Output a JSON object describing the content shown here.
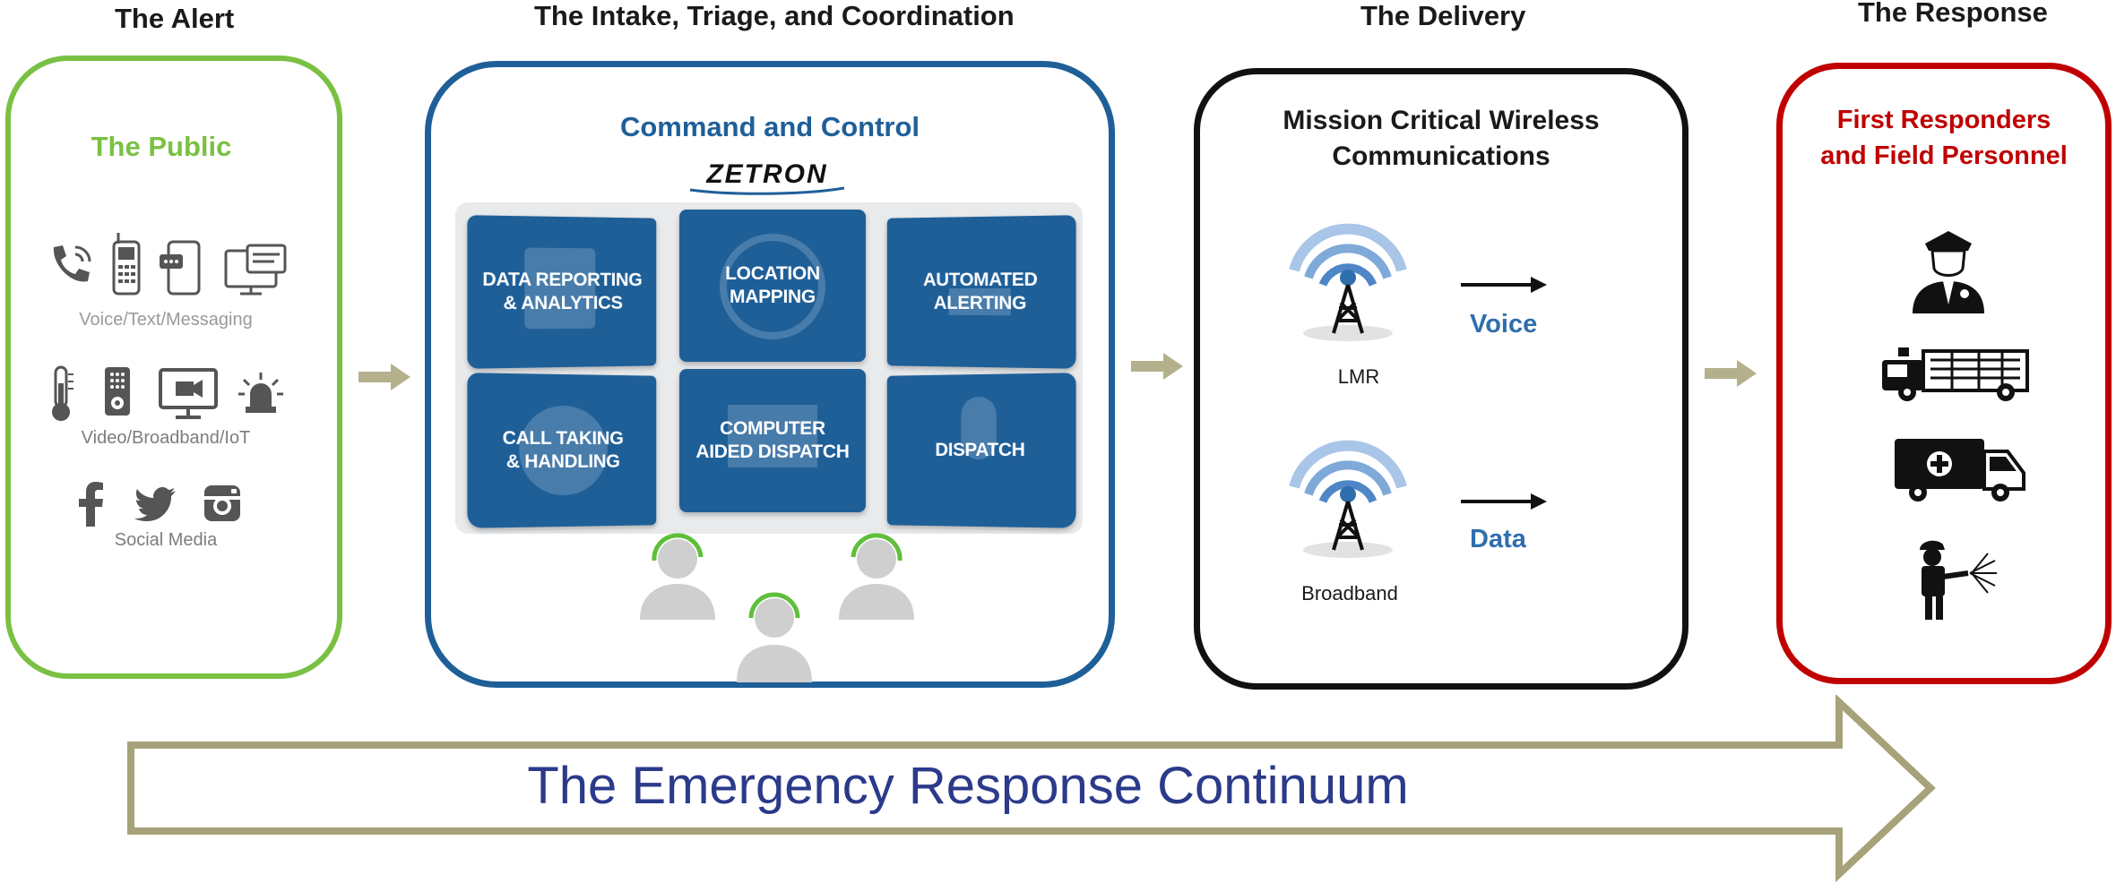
{
  "stages": {
    "alert": "The Alert",
    "intake": "The Intake, Triage, and Coordination",
    "delivery": "The Delivery",
    "response": "The Response"
  },
  "public": {
    "title": "The Public",
    "voice_caption": "Voice/Text/Messaging",
    "video_caption": "Video/Broadband/IoT",
    "social_caption": "Social Media"
  },
  "command": {
    "title": "Command and Control",
    "logo": "ZETRON",
    "tiles": [
      "DATA REPORTING\n& ANALYTICS",
      "LOCATION\nMAPPING",
      "AUTOMATED\nALERTING",
      "CALL TAKING\n& HANDLING",
      "COMPUTER\nAIDED DISPATCH",
      "DISPATCH"
    ]
  },
  "delivery": {
    "title_line1": "Mission Critical Wireless",
    "title_line2": "Communications",
    "lmr_label": "LMR",
    "voice_label": "Voice",
    "broadband_label": "Broadband",
    "data_label": "Data"
  },
  "responders": {
    "title_line1": "First Responders",
    "title_line2": "and Field Personnel"
  },
  "continuum": {
    "label": "The Emergency Response Continuum"
  },
  "colors": {
    "public_green": "#7ac143",
    "command_blue": "#1f5f98",
    "delivery_black": "#111111",
    "responder_red": "#c00000",
    "arrow_olive": "#a6a279",
    "continuum_text": "#2b3a8a"
  }
}
